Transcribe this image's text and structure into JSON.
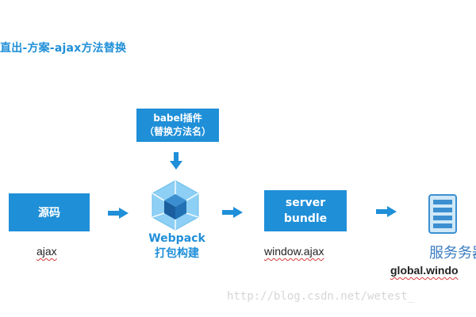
{
  "title": "直出-方案-ajax方法替换",
  "babel": {
    "line1": "babel插件",
    "line2": "（替换方法名）"
  },
  "source_box": {
    "label": "源码"
  },
  "source_label": "ajax",
  "webpack": {
    "line1": "Webpack",
    "line2": "打包构建"
  },
  "server_bundle": {
    "line1": "server",
    "line2": "bundle"
  },
  "window_label": "window.ajax",
  "server": {
    "label": "服务务器",
    "caption": "global.windo"
  },
  "watermark": "http://blog.csdn.net/wetest_",
  "colors": {
    "accent": "#1f8fd8",
    "icon_dark": "#1a5e9e",
    "icon_light": "#8ed0f5"
  }
}
